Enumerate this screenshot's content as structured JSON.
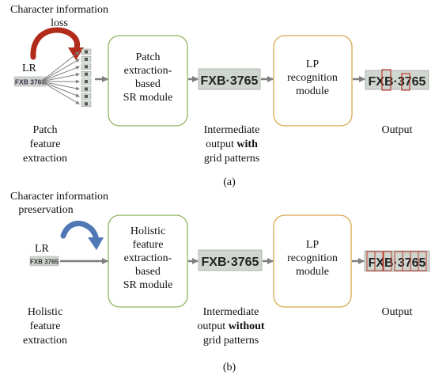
{
  "panel_a": {
    "loss_label": [
      "Character information",
      "loss"
    ],
    "lr_label": "LR",
    "input_plate_text": "FXB 3765",
    "patch_count": 8,
    "stage1_label": [
      "Patch",
      "extraction-",
      "based",
      "SR module"
    ],
    "intermediate_plate_text": "FXB·3765",
    "stage2_label": [
      "LP",
      "recognition",
      "module"
    ],
    "output_plate_text": "FXB·3765",
    "caption_left": [
      "Patch",
      "feature",
      "extraction"
    ],
    "caption_mid_1": "Intermediate",
    "caption_mid_2_plain": "output ",
    "caption_mid_2_bold": "with",
    "caption_mid_3": "grid patterns",
    "caption_right": "Output",
    "panel_label": "(a)"
  },
  "panel_b": {
    "preserve_label": [
      "Character information",
      "preservation"
    ],
    "lr_label": "LR",
    "input_plate_text": "FXB 3765",
    "stage1_label": [
      "Holistic",
      "feature",
      "extraction-",
      "based",
      "SR module"
    ],
    "intermediate_plate_text": "FXB·3765",
    "stage2_label": [
      "LP",
      "recognition",
      "module"
    ],
    "output_plate_text": "FXB·3765",
    "caption_left": [
      "Holistic",
      "feature",
      "extraction"
    ],
    "caption_mid_1": "Intermediate",
    "caption_mid_2_plain": "output ",
    "caption_mid_2_bold": "without",
    "caption_mid_3": "grid patterns",
    "caption_right": "Output",
    "panel_label": "(b)"
  },
  "colors": {
    "sr_box_border": "#8fb35f",
    "rec_box_border": "#d9a84e",
    "flow_arrow": "#7f7f7f",
    "loss_arrow": "#b22a1a",
    "preserve_arrow": "#4f78b5",
    "plate_bg": "#cfd6cf",
    "char_box": "#c0392b"
  }
}
